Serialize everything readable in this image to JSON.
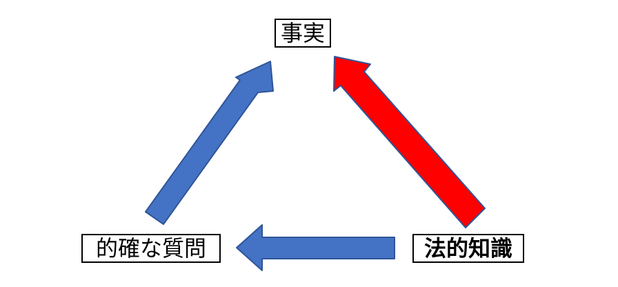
{
  "diagram": {
    "nodes": {
      "fact": "事実",
      "question": "的確な質問",
      "legal_knowledge": "法的知識"
    },
    "arrows": [
      {
        "from": "question",
        "to": "fact",
        "color": "#4472C4"
      },
      {
        "from": "legal_knowledge",
        "to": "fact",
        "color": "#FF0000"
      },
      {
        "from": "legal_knowledge",
        "to": "question",
        "color": "#4472C4"
      }
    ],
    "colors": {
      "blue_fill": "#4472C4",
      "red_fill": "#FF0000",
      "outline": "#2F5597",
      "label_border": "#000000"
    }
  }
}
